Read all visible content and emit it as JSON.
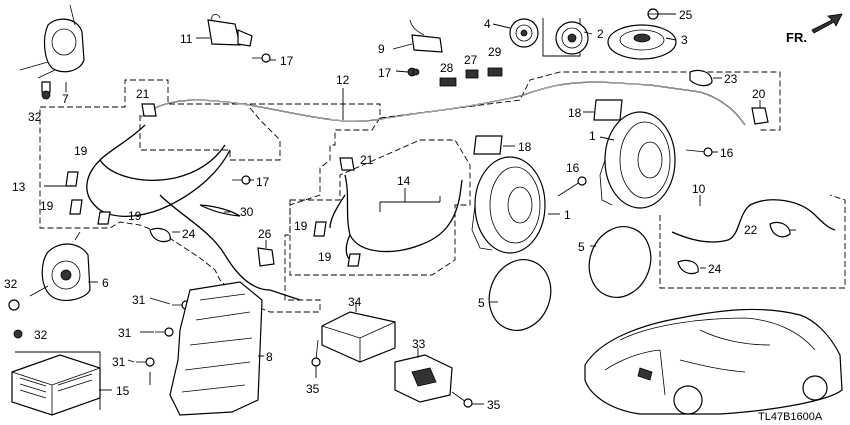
{
  "diagram_code": "TL47B1600A",
  "direction_label": "FR.",
  "callouts": [
    {
      "id": "c1a",
      "text": "1"
    },
    {
      "id": "c1b",
      "text": "1"
    },
    {
      "id": "c2",
      "text": "2"
    },
    {
      "id": "c3",
      "text": "3"
    },
    {
      "id": "c4",
      "text": "4"
    },
    {
      "id": "c5a",
      "text": "5"
    },
    {
      "id": "c5b",
      "text": "5"
    },
    {
      "id": "c6",
      "text": "6"
    },
    {
      "id": "c7",
      "text": "7"
    },
    {
      "id": "c8",
      "text": "8"
    },
    {
      "id": "c9",
      "text": "9"
    },
    {
      "id": "c10",
      "text": "10"
    },
    {
      "id": "c11",
      "text": "11"
    },
    {
      "id": "c12",
      "text": "12"
    },
    {
      "id": "c13",
      "text": "13"
    },
    {
      "id": "c14",
      "text": "14"
    },
    {
      "id": "c15",
      "text": "15"
    },
    {
      "id": "c16a",
      "text": "16"
    },
    {
      "id": "c16b",
      "text": "16"
    },
    {
      "id": "c17a",
      "text": "17"
    },
    {
      "id": "c17b",
      "text": "17"
    },
    {
      "id": "c17c",
      "text": "17"
    },
    {
      "id": "c18a",
      "text": "18"
    },
    {
      "id": "c18b",
      "text": "18"
    },
    {
      "id": "c19a",
      "text": "19"
    },
    {
      "id": "c19b",
      "text": "19"
    },
    {
      "id": "c19c",
      "text": "19"
    },
    {
      "id": "c19d",
      "text": "19"
    },
    {
      "id": "c19e",
      "text": "19"
    },
    {
      "id": "c20",
      "text": "20"
    },
    {
      "id": "c21a",
      "text": "21"
    },
    {
      "id": "c21b",
      "text": "21"
    },
    {
      "id": "c22",
      "text": "22"
    },
    {
      "id": "c23",
      "text": "23"
    },
    {
      "id": "c24a",
      "text": "24"
    },
    {
      "id": "c24b",
      "text": "24"
    },
    {
      "id": "c25",
      "text": "25"
    },
    {
      "id": "c26",
      "text": "26"
    },
    {
      "id": "c27",
      "text": "27"
    },
    {
      "id": "c28",
      "text": "28"
    },
    {
      "id": "c29",
      "text": "29"
    },
    {
      "id": "c30",
      "text": "30"
    },
    {
      "id": "c31a",
      "text": "31"
    },
    {
      "id": "c31b",
      "text": "31"
    },
    {
      "id": "c31c",
      "text": "31"
    },
    {
      "id": "c32a",
      "text": "32"
    },
    {
      "id": "c32b",
      "text": "32"
    },
    {
      "id": "c32c",
      "text": "32"
    },
    {
      "id": "c33",
      "text": "33"
    },
    {
      "id": "c34",
      "text": "34"
    },
    {
      "id": "c35a",
      "text": "35"
    },
    {
      "id": "c35b",
      "text": "35"
    }
  ]
}
